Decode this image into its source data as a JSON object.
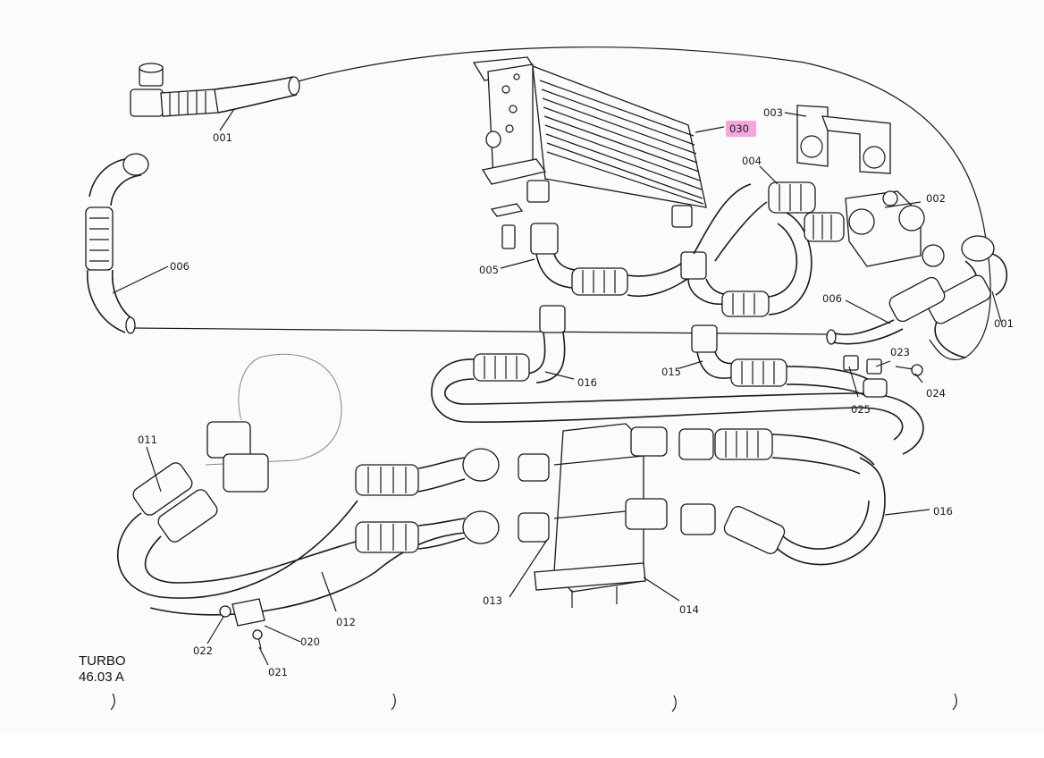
{
  "diagram": {
    "corner_title": "TURBO",
    "corner_code": "46.03 A",
    "highlight_color": "#f3a6dc",
    "labels": {
      "l001a": "001",
      "l001b": "001",
      "l002": "002",
      "l003": "003",
      "l004": "004",
      "l005": "005",
      "l006a": "006",
      "l006b": "006",
      "l011": "011",
      "l012": "012",
      "l013": "013",
      "l014": "014",
      "l015": "015",
      "l016a": "016",
      "l016b": "016",
      "l020": "020",
      "l021": "021",
      "l022": "022",
      "l023": "023",
      "l024": "024",
      "l025": "025",
      "l030": "030"
    }
  }
}
